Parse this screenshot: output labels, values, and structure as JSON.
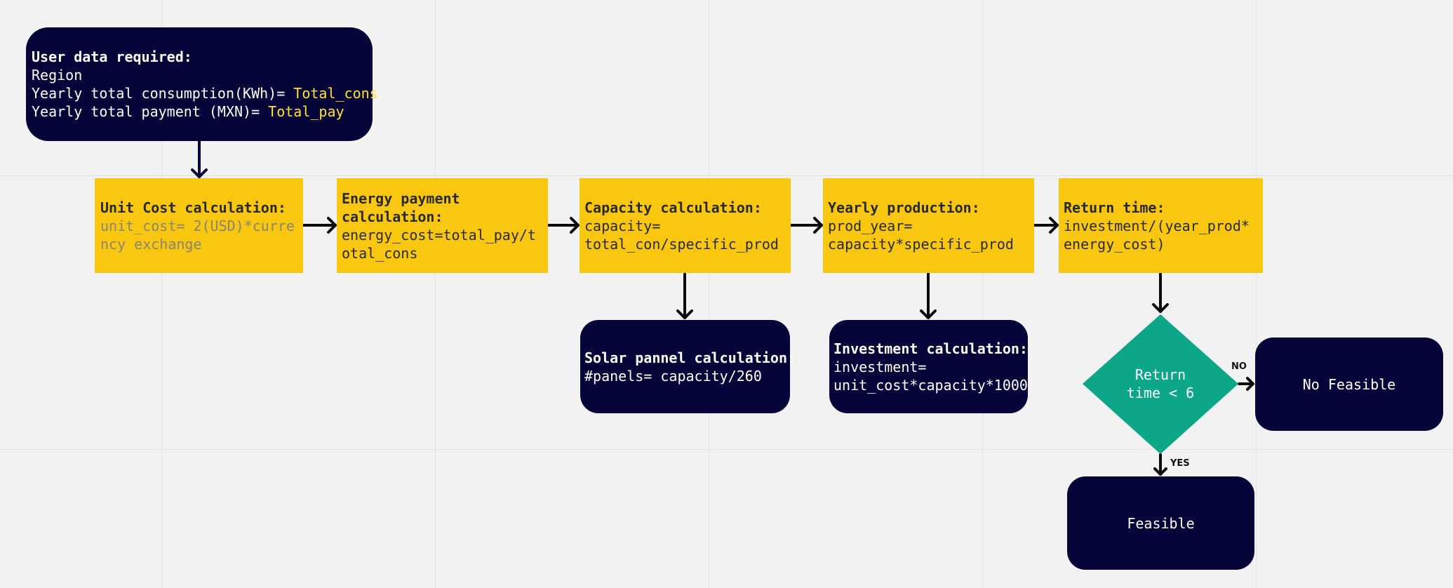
{
  "nodes": {
    "user_data": {
      "title": "User data required:",
      "line1": "Region",
      "line2": "Yearly total consumption(KWh)= ",
      "line2_var": "Total_cons",
      "line3": "Yearly total payment (MXN)= ",
      "line3_var": "Total_pay"
    },
    "unit_cost": {
      "title": "Unit Cost calculation:",
      "body": "unit_cost= 2(USD)*currency exchange"
    },
    "energy_payment": {
      "title": "Energy payment calculation:",
      "body": "energy_cost=total_pay/total_cons"
    },
    "capacity": {
      "title": "Capacity calculation:",
      "body1": "capacity=",
      "body2": "total_con/specific_prod"
    },
    "yearly_production": {
      "title": "Yearly production:",
      "body1": "prod_year=",
      "body2": "capacity*specific_prod"
    },
    "return_time": {
      "title": "Return time:",
      "body1": "investment/(year_prod*",
      "body2": "energy_cost)"
    },
    "solar_panel": {
      "title": "Solar pannel calculation:",
      "body": "#panels= capacity/260"
    },
    "investment": {
      "title": "Investment calculation:",
      "body1": "investment=",
      "body2": "unit_cost*capacity*1000"
    },
    "decision": {
      "line1": "Return",
      "line2": "time < 6"
    },
    "no_feasible": {
      "label": "No Feasible"
    },
    "feasible": {
      "label": "Feasible"
    }
  },
  "edges": {
    "no_label": "NO",
    "yes_label": "YES"
  },
  "colors": {
    "dark": "#05053a",
    "yellow": "#fac710",
    "green": "#0ca789",
    "highlight": "#ffe135"
  }
}
